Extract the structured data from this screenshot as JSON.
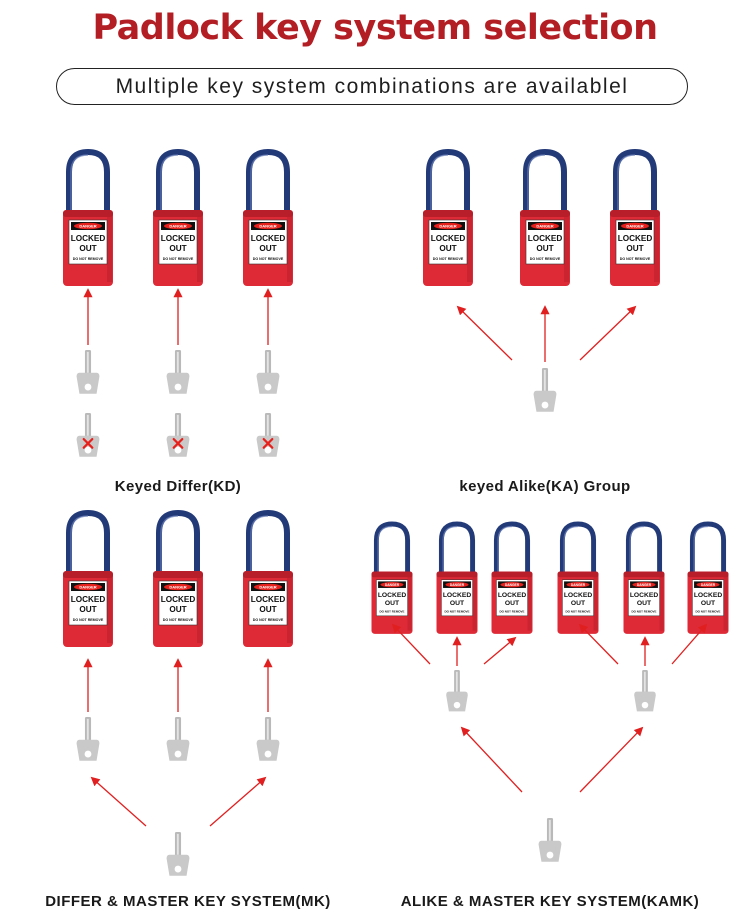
{
  "title": "Padlock key system selection",
  "subtitle": "Multiple key system combinations are availablel",
  "colors": {
    "title": "#b21e23",
    "lock_body": "#dd2a36",
    "lock_dark": "#b81e2a",
    "shackle": "#233a78",
    "arrow": "#e02020",
    "key": "#c9c9c9",
    "key_mark": "#e8201c"
  },
  "label": {
    "danger": "DANGER",
    "line1": "LOCKED",
    "line2": "OUT",
    "footer": "DO NOT REMOVE"
  },
  "sections": {
    "kd": {
      "caption": "Keyed Differ(KD)"
    },
    "ka": {
      "caption": "keyed Alike(KA) Group"
    },
    "mk": {
      "caption": "DIFFER & MASTER KEY SYSTEM(MK)"
    },
    "kamk": {
      "caption": "ALIKE & MASTER KEY SYSTEM(KAMK)"
    }
  },
  "icons": [
    "padlock-icon",
    "key-icon",
    "x-mark-icon",
    "arrow-icon"
  ]
}
